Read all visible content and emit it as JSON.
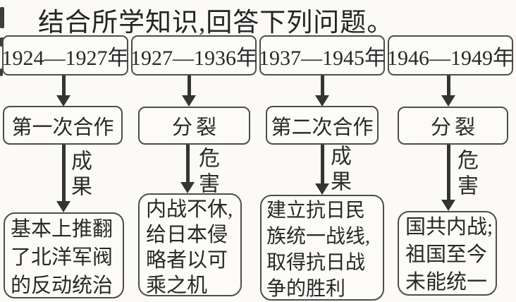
{
  "title": "结合所学知识,回答下列问题。",
  "columns": [
    {
      "period": "1924—1927年",
      "stage": "第一次合作",
      "relation_label": "成果",
      "outcome_lines": [
        "基本上推翻",
        "了北洋军阀",
        "的反动统治"
      ]
    },
    {
      "period": "1927—1936年",
      "stage": "分裂",
      "relation_label": "危害",
      "outcome_lines": [
        "内战不休,",
        "给日本侵",
        "略者以可",
        "乘之机"
      ]
    },
    {
      "period": "1937—1945年",
      "stage": "第二次合作",
      "relation_label": "成果",
      "outcome_lines": [
        "建立抗日民",
        "族统一战线,",
        "取得抗日战",
        "争的胜利"
      ]
    },
    {
      "period": "1946—1949年",
      "stage": "分裂",
      "relation_label": "危害",
      "outcome_lines": [
        "国共内战;",
        "祖国至今",
        "未能统一"
      ]
    }
  ],
  "colors": {
    "ink": "#2b2b2b",
    "border": "#4d4d4d",
    "arrow": "#343434",
    "background": "#fbfaf7"
  }
}
